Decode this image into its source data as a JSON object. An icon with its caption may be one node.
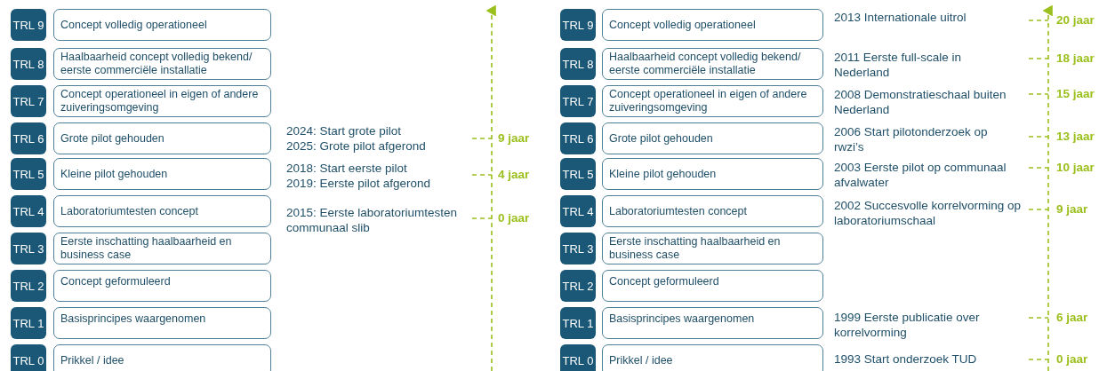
{
  "diagram": {
    "nodes": [
      {
        "text": [
          "TRL 9"
        ]
      },
      {
        "text": [
          "Concept volledig operationeel"
        ]
      },
      {
        "text": [
          "TRL 8"
        ]
      },
      {
        "text": [
          "Haalbaarheid concept volledig bekend/ eerste commerciële installatie"
        ]
      },
      {
        "text": [
          "TRL 7"
        ]
      },
      {
        "text": [
          "Concept operationeel in eigen of andere zuiveringsomgeving"
        ]
      },
      {
        "text": [
          "TRL 6"
        ]
      },
      {
        "text": [
          "Grote pilot gehouden"
        ]
      },
      {
        "text": [
          "TRL 5"
        ]
      },
      {
        "text": [
          "Kleine pilot gehouden"
        ]
      },
      {
        "text": [
          "TRL 4"
        ]
      },
      {
        "text": [
          "Laboratoriumtesten concept"
        ]
      },
      {
        "text": [
          "TRL 3"
        ]
      },
      {
        "text": [
          "Eerste inschatting haalbaarheid en business case"
        ]
      },
      {
        "text": [
          "TRL 2"
        ]
      },
      {
        "text": [
          "Concept geformuleerd"
        ]
      },
      {
        "text": [
          "TRL 1"
        ]
      },
      {
        "text": [
          "Basisprincipes waargenomen"
        ]
      },
      {
        "text": [
          "TRL 0"
        ]
      },
      {
        "text": [
          "Prikkel / idee"
        ]
      },
      {
        "text": [
          "TRL 9"
        ]
      },
      {
        "text": [
          "Concept volledig operationeel"
        ]
      },
      {
        "text": [
          "TRL 8"
        ]
      },
      {
        "text": [
          "Haalbaarheid concept volledig bekend/ eerste commerciële installatie"
        ]
      },
      {
        "text": [
          "TRL 7"
        ]
      },
      {
        "text": [
          "Concept operationeel in eigen of andere zuiveringsomgeving"
        ]
      },
      {
        "text": [
          "TRL 6"
        ]
      },
      {
        "text": [
          "Grote pilot gehouden"
        ]
      },
      {
        "text": [
          "TRL 5"
        ]
      },
      {
        "text": [
          "Kleine pilot gehouden"
        ]
      },
      {
        "text": [
          "TRL 4"
        ]
      },
      {
        "text": [
          "Laboratoriumtesten concept"
        ]
      },
      {
        "text": [
          "TRL 3"
        ]
      },
      {
        "text": [
          "Eerste inschatting haalbaarheid en business case"
        ]
      },
      {
        "text": [
          "TRL 2"
        ]
      },
      {
        "text": [
          "Concept geformuleerd"
        ]
      },
      {
        "text": [
          "TRL 1"
        ]
      },
      {
        "text": [
          "Basisprincipes waargenomen"
        ]
      },
      {
        "text": [
          "TRL 0"
        ]
      },
      {
        "text": [
          "Prikkel / idee"
        ]
      }
    ],
    "edges": [],
    "labels": [
      "2024: Start grote pilot",
      "9 jaar",
      "2025: Grote pilot afgerond",
      "2018: Start eerste pilot",
      "4 jaar",
      "2019: Eerste pilot afgerond",
      "2015: Eerste laboratoriumtesten communaal slib",
      "0 jaar",
      "2013 Internationale uitrol",
      "20 jaar",
      "2011 Eerste full-scale in Nederland",
      "18 jaar",
      "2008 Demonstratieschaal buiten Nederland",
      "15 jaar",
      "2006 Start pilotonderzoek op rwzi’s",
      "13 jaar",
      "2003 Eerste pilot op communaal afvalwater",
      "10 jaar",
      "2002 Succesvolle korrelvorming op laboratoriumschaal",
      "9 jaar",
      "1999 Eerste publicatie over korrelvorming",
      "6 jaar",
      "1993 Start onderzoek TUD",
      "0 jaar"
    ]
  }
}
